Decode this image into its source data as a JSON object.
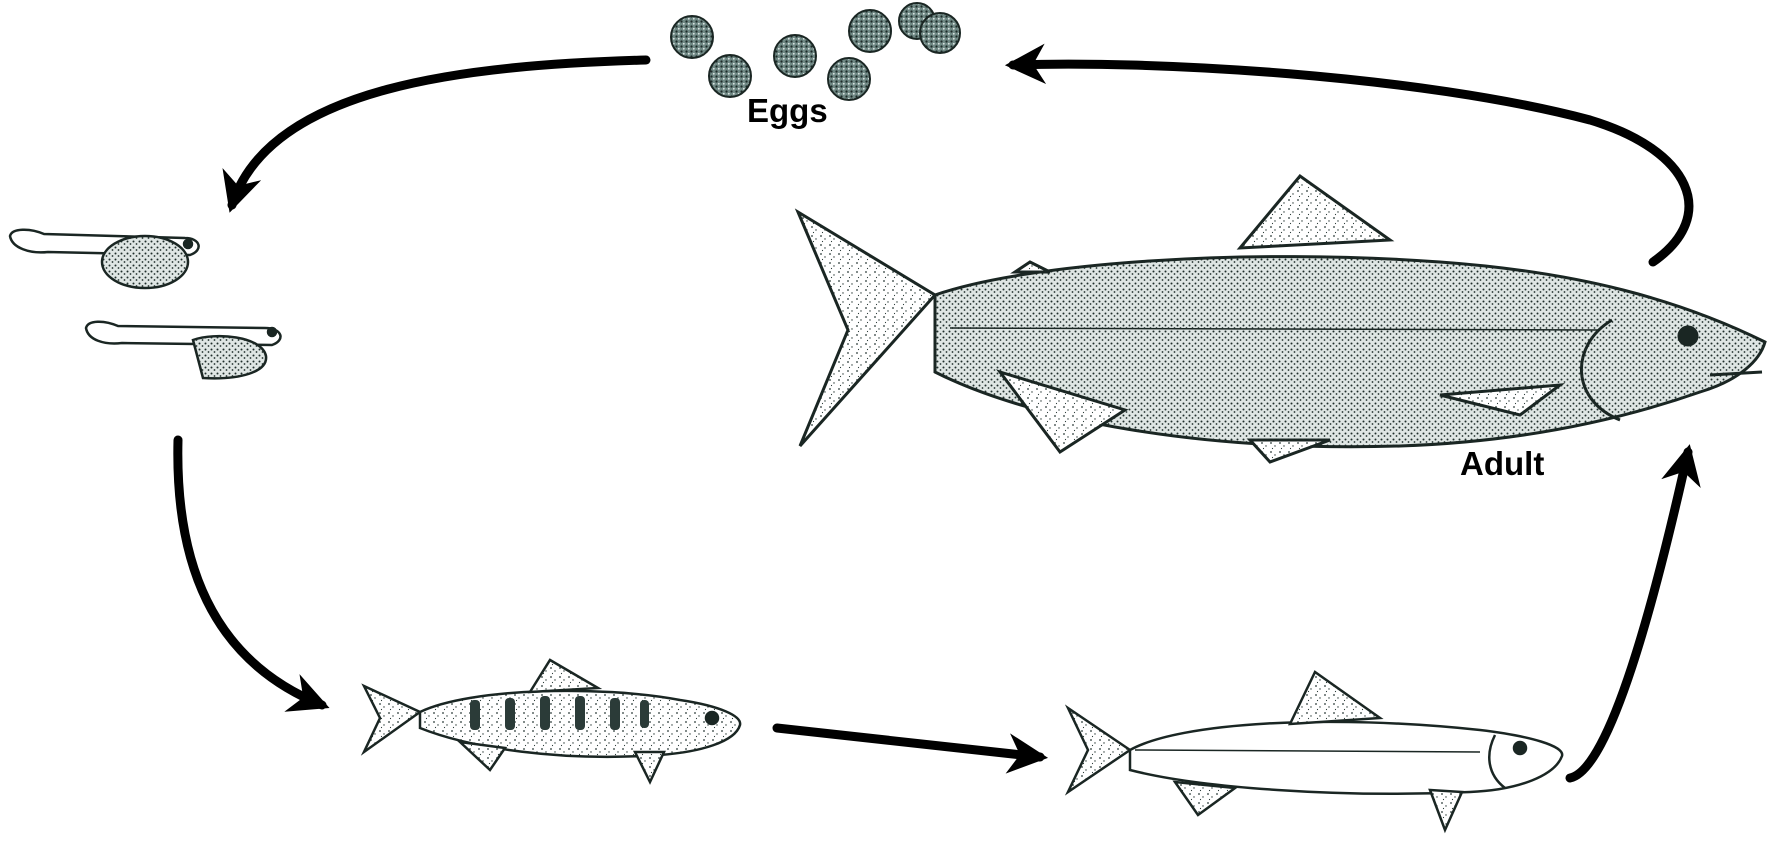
{
  "diagram": {
    "type": "life-cycle",
    "labels": {
      "eggs": "Eggs",
      "adult": "Adult"
    },
    "stages": [
      {
        "id": "eggs",
        "icon": "egg-cluster-icon"
      },
      {
        "id": "alevin",
        "icon": "alevin-fish-icon"
      },
      {
        "id": "parr",
        "icon": "parr-fish-icon"
      },
      {
        "id": "smolt",
        "icon": "smolt-fish-icon"
      },
      {
        "id": "adult",
        "icon": "adult-salmon-icon"
      }
    ],
    "colors": {
      "ink": "#000000",
      "fish_fill": "#ffffff",
      "fish_shade": "#c9d3d0",
      "egg_fill": "#4f6a66"
    }
  }
}
